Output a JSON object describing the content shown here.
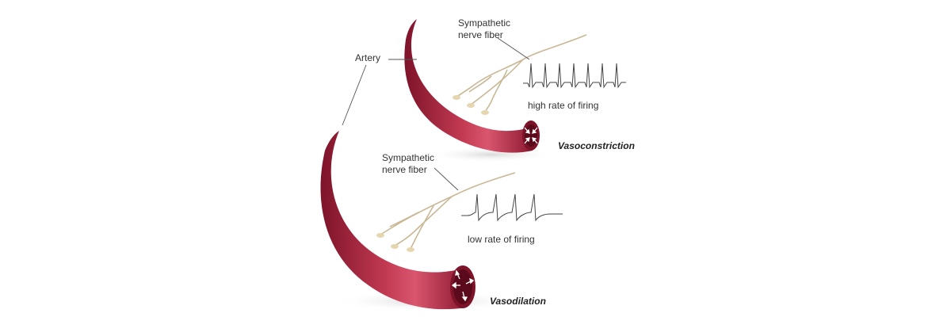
{
  "labels": {
    "artery": "Artery",
    "nerve_fiber_top": "Sympathetic\nnerve fiber",
    "nerve_fiber_bottom": "Sympathetic\nnerve fiber",
    "high_rate": "high rate of firing",
    "low_rate": "low rate of firing",
    "vasoconstriction": "Vasoconstriction",
    "vasodilation": "Vasodilation"
  },
  "colors": {
    "artery": "#a8233c",
    "artery_dark": "#7d1329",
    "artery_highlight": "#d9566e",
    "lumen": "#6a0d20",
    "nerve": "#c9b896",
    "synapse": "#e6d6b0",
    "signal": "#444444",
    "leader": "#555555"
  },
  "icons": {
    "constriction_arrows": "inward-arrows",
    "dilation_arrows": "outward-arrows"
  }
}
